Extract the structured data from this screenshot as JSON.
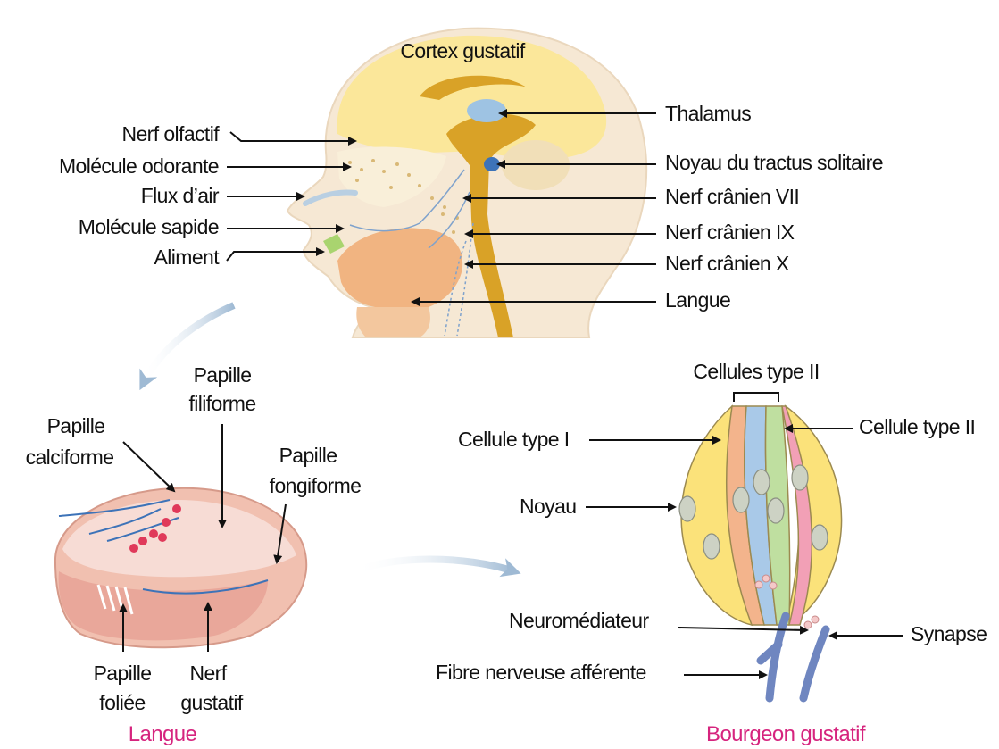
{
  "colors": {
    "head_skin": "#f6e8d4",
    "brain": "#fbe79a",
    "brainstem": "#d9a227",
    "thalamus": "#9ec3e3",
    "tongue": "#f1b481",
    "tongue_surface": "#f4d2cb",
    "caption": "#d6247e",
    "nerve_fibre": "#6f86c0",
    "arrow_fade": "#b9cfe2"
  },
  "head": {
    "cortex": "Cortex gustatif",
    "left": {
      "nerf_olfactif": "Nerf olfactif",
      "molecule_odorante": "Molécule odorante",
      "flux_air": "Flux d’air",
      "molecule_sapide": "Molécule sapide",
      "aliment": "Aliment"
    },
    "right": {
      "thalamus": "Thalamus",
      "noyau_tractus": "Noyau du tractus solitaire",
      "nerf_vii": "Nerf crânien VII",
      "nerf_ix": "Nerf crânien IX",
      "nerf_x": "Nerf crânien X",
      "langue": "Langue"
    }
  },
  "tongue": {
    "caption": "Langue",
    "papille_filiforme": [
      "Papille",
      "filiforme"
    ],
    "papille_calciforme": [
      "Papille",
      "calciforme"
    ],
    "papille_fongiforme": [
      "Papille",
      "fongiforme"
    ],
    "papille_foliee": [
      "Papille",
      "foliée"
    ],
    "nerf_gustatif": [
      "Nerf",
      "gustatif"
    ]
  },
  "bud": {
    "caption": "Bourgeon gustatif",
    "cellules_type_ii": "Cellules type II",
    "cellule_type_i": "Cellule type I",
    "cellule_type_ii": "Cellule type II",
    "noyau": "Noyau",
    "neuromediateur": "Neuromédiateur",
    "synapse": "Synapse",
    "fibre": "Fibre nerveuse afférente"
  }
}
